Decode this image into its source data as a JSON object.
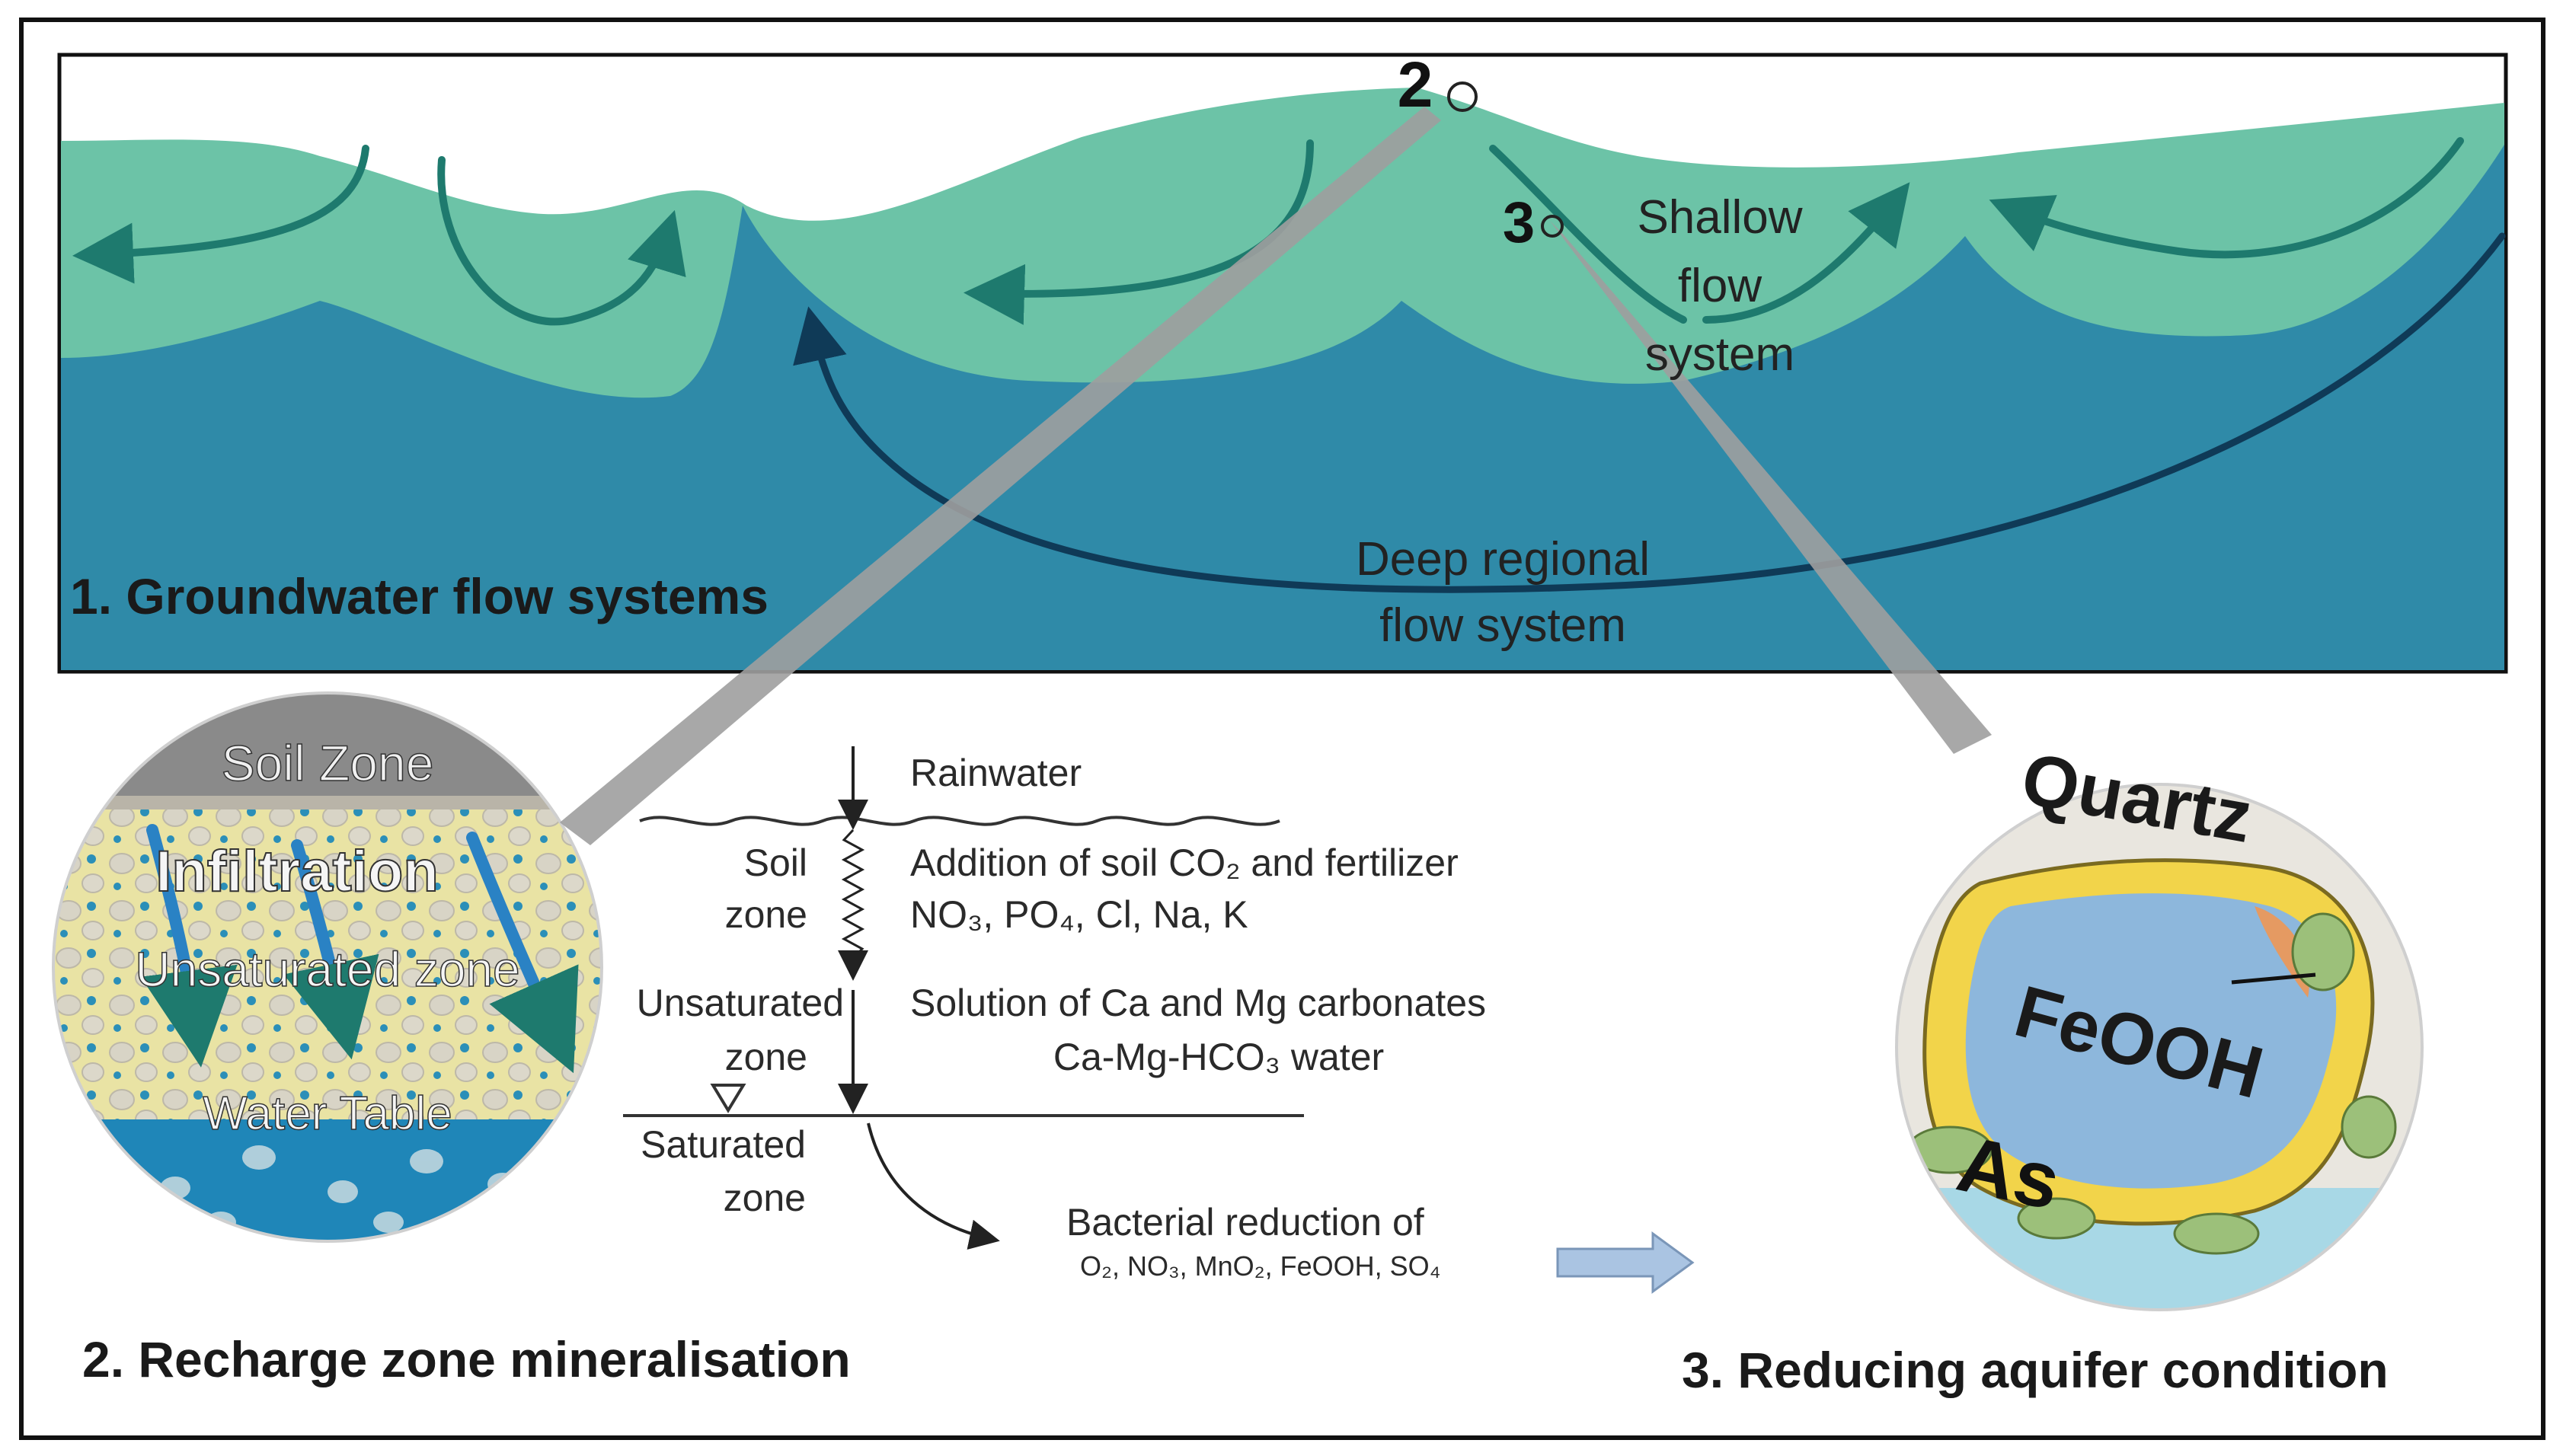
{
  "figure": {
    "panel1": {
      "title": "1. Groundwater flow systems",
      "shallow_lines": [
        "Shallow",
        "flow",
        "system"
      ],
      "deep_lines": [
        "Deep regional",
        "flow system"
      ],
      "marker_2": "2",
      "marker_3": "3"
    },
    "panel2": {
      "title": "2. Recharge zone mineralisation",
      "circle_labels": {
        "soil": "Soil Zone",
        "infiltration": "Infiltration",
        "unsaturated": "Unsaturated zone",
        "water_table": "Water Table"
      },
      "profile": {
        "rainwater": "Rainwater",
        "soil_zone": [
          "Soil",
          "zone"
        ],
        "unsaturated_zone": [
          "Unsaturated",
          "zone"
        ],
        "saturated_zone": [
          "Saturated",
          "zone"
        ],
        "soil_process": [
          "Addition of soil CO₂ and fertilizer",
          "NO₃, PO₄, Cl, Na, K"
        ],
        "unsat_process": [
          "Solution of Ca and Mg carbonates",
          "Ca-Mg-HCO₃ water"
        ],
        "reduction": [
          "Bacterial reduction of",
          "O₂, NO₃, MnO₂, FeOOH, SO₄"
        ]
      }
    },
    "panel3": {
      "title": "3. Reducing aquifer condition",
      "labels": {
        "quartz": "Quartz",
        "feooh": "FeOOH",
        "as": "As"
      }
    },
    "colors": {
      "shallow_water": "#6cc3a7",
      "deep_water": "#2f8aa8",
      "shallow_arrow": "#1e7a6e",
      "deep_arrow": "#0f3a57",
      "connector": "#9e9e9e",
      "outline": "#111111"
    }
  }
}
